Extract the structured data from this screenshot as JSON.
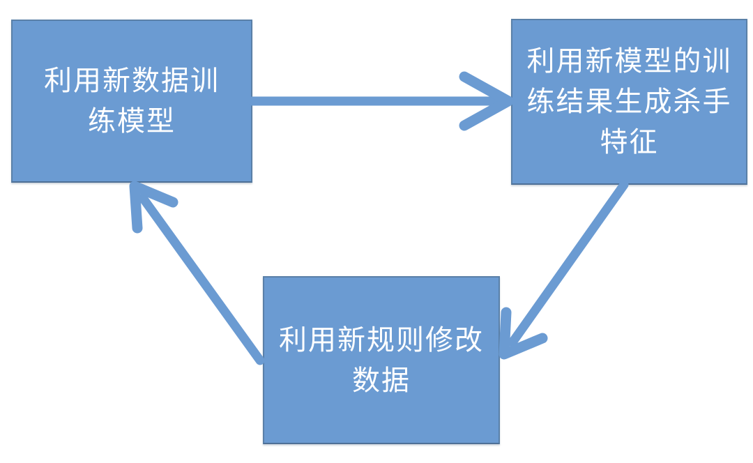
{
  "diagram": {
    "title": "model-training feedback loop",
    "colors": {
      "box_fill": "#6b9bd2",
      "box_border": "#5a80a8",
      "arrow": "#6b9bd2",
      "text": "#ffffff",
      "background": "#ffffff"
    },
    "boxes": [
      {
        "id": "train-model",
        "label": "利用新数据训练模型",
        "lines": [
          "利用新数据训",
          "练模型"
        ]
      },
      {
        "id": "generate-killer-features",
        "label": "利用新模型的训练结果生成杀手特征",
        "lines": [
          "利用新模型的训",
          "练结果生成杀手",
          "特征"
        ]
      },
      {
        "id": "modify-data",
        "label": "利用新规则修改数据",
        "lines": [
          "利用新规则修改",
          "数据"
        ]
      }
    ],
    "arrows": [
      {
        "id": "a1",
        "from": "利用新数据训练模型",
        "to": "利用新模型的训练结果生成杀手特征",
        "direction": "right"
      },
      {
        "id": "a2",
        "from": "利用新模型的训练结果生成杀手特征",
        "to": "利用新规则修改数据",
        "direction": "down-left"
      },
      {
        "id": "a3",
        "from": "利用新规则修改数据",
        "to": "利用新数据训练模型",
        "direction": "up-left"
      }
    ]
  }
}
